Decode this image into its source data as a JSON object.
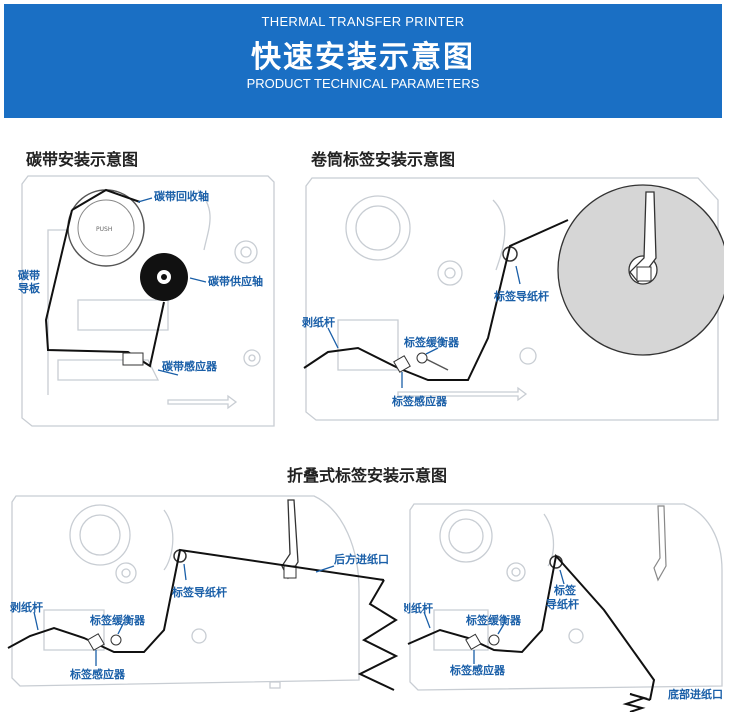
{
  "banner": {
    "subtitle_top": "THERMAL TRANSFER PRINTER",
    "title": "快速安装示意图",
    "subtitle_bottom": "PRODUCT TECHNICAL PARAMETERS"
  },
  "sections": {
    "ribbon_title": "碳带安装示意图",
    "roll_title": "卷筒标签安装示意图",
    "fanfold_title": "折叠式标签安装示意图"
  },
  "ribbon_labels": {
    "rewind": "碳带回收轴",
    "supply": "碳带供应轴",
    "guide_l1": "碳带",
    "guide_l2": "导板",
    "sensor": "碳带感应器"
  },
  "roll_labels": {
    "guide_bar": "标签导纸杆",
    "peel": "剥纸杆",
    "damper": "标签缓衡器",
    "sensor": "标签感应器"
  },
  "fanfold_left_labels": {
    "peel": "剥纸杆",
    "damper": "标签缓衡器",
    "sensor": "标签感应器",
    "guide_bar": "标签导纸杆",
    "rear_feed": "后方进纸口"
  },
  "fanfold_right_labels": {
    "peel": "剥纸杆",
    "damper": "标签缓衡器",
    "sensor": "标签感应器",
    "guide_l1": "标签",
    "guide_l2": "导纸杆",
    "bottom_feed": "底部进纸口"
  },
  "print_head_text": "PUSH"
}
